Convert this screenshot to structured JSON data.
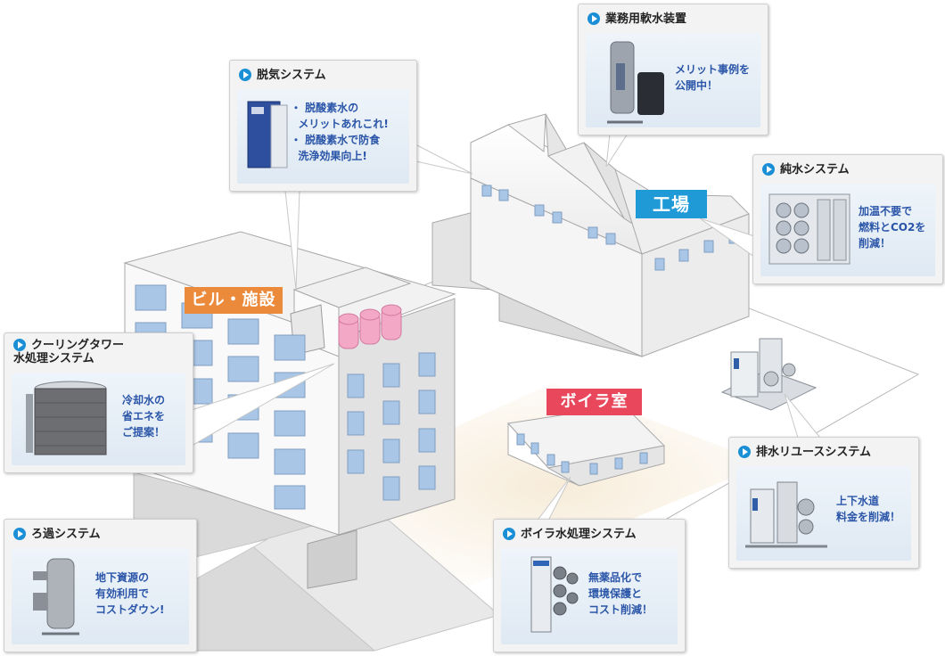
{
  "colors": {
    "accent": "#1a8fd6",
    "text_blue": "#2a55a8",
    "building_label": "#ec8a3b",
    "factory_label": "#1f9ad6",
    "boiler_label": "#e8475c"
  },
  "labels": {
    "building": "ビル・施設",
    "factory": "工場",
    "boiler_room": "ボイラ室"
  },
  "cards": {
    "deaeration": {
      "title": "脱気システム",
      "lines": [
        "・ 脱酸素水の",
        "  メリットあれこれ!",
        "・ 脱酸素水で防食",
        "  洗浄効果向上!"
      ]
    },
    "softener": {
      "title": "業務用軟水装置",
      "lines": [
        "メリット事例を",
        "公開中！"
      ]
    },
    "pure_water": {
      "title": "純水システム",
      "lines": [
        "加温不要で",
        "燃料とCO2を",
        "削減！"
      ]
    },
    "cooling_tower": {
      "title_lines": [
        "クーリングタワー",
        "水処理システム"
      ],
      "lines": [
        "冷却水の",
        "省エネを",
        "ご提案！"
      ]
    },
    "filtration": {
      "title": "ろ過システム",
      "lines": [
        "地下資源の",
        "有効利用で",
        "コストダウン!"
      ]
    },
    "boiler_treatment": {
      "title": "ボイラ水処理システム",
      "lines": [
        "無薬品化で",
        "環境保護と",
        "コスト削減！"
      ]
    },
    "wastewater_reuse": {
      "title": "排水リユースシステム",
      "lines": [
        "上下水道",
        "料金を削減！"
      ]
    }
  }
}
